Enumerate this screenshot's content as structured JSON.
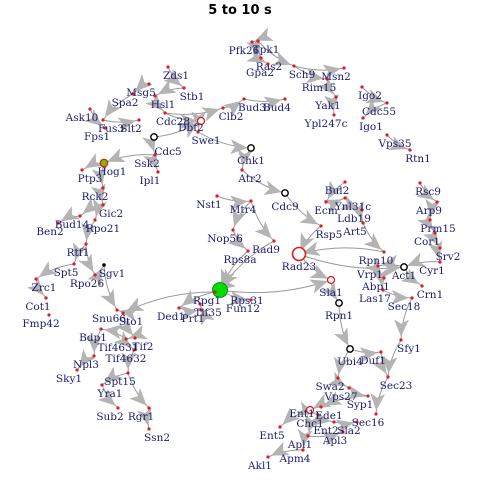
{
  "title": "5 to 10 s",
  "colors": {
    "edge": "#9a9a9a",
    "arrow": "#b4b4b4",
    "label": "#1b1b6e",
    "dot": "#e31a1c",
    "black_dot": "#000000",
    "hub_fill": "#00dd00",
    "open_ring_red": "#e31a1c",
    "open_ring_black": "#000000"
  },
  "nodes": [
    {
      "id": "Pfk26",
      "label": "Pfk26"
    },
    {
      "id": "Tpk1",
      "label": "Tpk1"
    },
    {
      "id": "Ras2",
      "label": "Ras2"
    },
    {
      "id": "Gpa2",
      "label": "Gpa2"
    },
    {
      "id": "Sch9",
      "label": "Sch9"
    },
    {
      "id": "Msn2",
      "label": "Msn2"
    },
    {
      "id": "Rim15",
      "label": "Rim15"
    },
    {
      "id": "Zds1",
      "label": "Zds1"
    },
    {
      "id": "Msg5",
      "label": "Msg5"
    },
    {
      "id": "Stb1",
      "label": "Stb1"
    },
    {
      "id": "Spa2",
      "label": "Spa2"
    },
    {
      "id": "Hsl1",
      "label": "Hsl1"
    },
    {
      "id": "Igo2",
      "label": "Igo2"
    },
    {
      "id": "Cdc55",
      "label": "Cdc55"
    },
    {
      "id": "Yak1",
      "label": "Yak1"
    },
    {
      "id": "Bud3",
      "label": "Bud3"
    },
    {
      "id": "Bud4",
      "label": "Bud4"
    },
    {
      "id": "Ask10",
      "label": "Ask10"
    },
    {
      "id": "Fus3",
      "label": "Fus3"
    },
    {
      "id": "Fps1",
      "label": "Fps1"
    },
    {
      "id": "Slt2",
      "label": "Slt2"
    },
    {
      "id": "Cdc28",
      "label": "Cdc28"
    },
    {
      "id": "Clb2",
      "label": "Clb2"
    },
    {
      "id": "Ypl247c",
      "label": "Ypl247c"
    },
    {
      "id": "Igo1",
      "label": "Igo1"
    },
    {
      "id": "Dbf2",
      "label": "Dbf2"
    },
    {
      "id": "Cdc5",
      "label": "Cdc5"
    },
    {
      "id": "Swe1",
      "label": "Swe1"
    },
    {
      "id": "Vps35",
      "label": "Vps35"
    },
    {
      "id": "Rtn1",
      "label": "Rtn1"
    },
    {
      "id": "Ssk2",
      "label": "Ssk2"
    },
    {
      "id": "Hog1",
      "label": "Hog1"
    },
    {
      "id": "Ptp3",
      "label": "Ptp3"
    },
    {
      "id": "Ipl1",
      "label": "Ipl1"
    },
    {
      "id": "Chk1",
      "label": "Chk1"
    },
    {
      "id": "Atr2",
      "label": "Atr2"
    },
    {
      "id": "Rck2",
      "label": "Rck2"
    },
    {
      "id": "Bul2",
      "label": "Bul2"
    },
    {
      "id": "Rsc9",
      "label": "Rsc9"
    },
    {
      "id": "Cdc9",
      "label": "Cdc9"
    },
    {
      "id": "Ecm",
      "label": "Ecm"
    },
    {
      "id": "Ynl31c",
      "label": "Ynl31c"
    },
    {
      "id": "Arp9",
      "label": "Arp9"
    },
    {
      "id": "Ldb19",
      "label": "Ldb19"
    },
    {
      "id": "Prm15",
      "label": "Prm15"
    },
    {
      "id": "Bud14",
      "label": "Bud14"
    },
    {
      "id": "Gic2",
      "label": "Gic2"
    },
    {
      "id": "Rpo21",
      "label": "Rpo21"
    },
    {
      "id": "Nst1",
      "label": "Nst1"
    },
    {
      "id": "Mtr4",
      "label": "Mtr4"
    },
    {
      "id": "Art5",
      "label": "Art5"
    },
    {
      "id": "Cor1",
      "label": "Cor1"
    },
    {
      "id": "Rsp5",
      "label": "Rsp5"
    },
    {
      "id": "Ben2",
      "label": "Ben2"
    },
    {
      "id": "Rtf1",
      "label": "Rtf1"
    },
    {
      "id": "Nop56",
      "label": "Nop56"
    },
    {
      "id": "Rad9",
      "label": "Rad9"
    },
    {
      "id": "Srv2",
      "label": "Srv2"
    },
    {
      "id": "Rps8a",
      "label": "Rps8a"
    },
    {
      "id": "Rpn10",
      "label": "Rpn10"
    },
    {
      "id": "Rad23",
      "label": "Rad23"
    },
    {
      "id": "Act1",
      "label": "Act1"
    },
    {
      "id": "Cyr1",
      "label": "Cyr1"
    },
    {
      "id": "Spt5",
      "label": "Spt5"
    },
    {
      "id": "Sgv1",
      "label": "Sgv1"
    },
    {
      "id": "Vrp1",
      "label": "Vrp1"
    },
    {
      "id": "Rpo26",
      "label": "Rpo26"
    },
    {
      "id": "Abp1",
      "label": "Abp1"
    },
    {
      "id": "Zrc1",
      "label": "Zrc1"
    },
    {
      "id": "Sla1",
      "label": "Sla1"
    },
    {
      "id": "Crn1",
      "label": "Crn1"
    },
    {
      "id": "Las17",
      "label": "Las17"
    },
    {
      "id": "Cot1",
      "label": "Cot1"
    },
    {
      "id": "Rps31",
      "label": "Rps31"
    },
    {
      "id": "Rpg1",
      "label": "Rpg1"
    },
    {
      "id": "Sec18",
      "label": "Sec18"
    },
    {
      "id": "Fun12",
      "label": "Fun12"
    },
    {
      "id": "Fmp42",
      "label": "Fmp42"
    },
    {
      "id": "Tif35",
      "label": "Tif35"
    },
    {
      "id": "Ded1",
      "label": "Ded1"
    },
    {
      "id": "Prt1",
      "label": "Prt1"
    },
    {
      "id": "Rpn1",
      "label": "Rpn1"
    },
    {
      "id": "Snu66",
      "label": "Snu66"
    },
    {
      "id": "Sto1",
      "label": "Sto1"
    },
    {
      "id": "Bdp1",
      "label": "Bdp1"
    },
    {
      "id": "Tif4631",
      "label": "Tif4631"
    },
    {
      "id": "Tif2",
      "label": "Tif2"
    },
    {
      "id": "Sfy1",
      "label": "Sfy1"
    },
    {
      "id": "Npl3",
      "label": "Npl3"
    },
    {
      "id": "Tif4632",
      "label": "Tif4632"
    },
    {
      "id": "Ubi4",
      "label": "Ubi4"
    },
    {
      "id": "Duf1",
      "label": "Duf1"
    },
    {
      "id": "Sky1",
      "label": "Sky1"
    },
    {
      "id": "Spt15",
      "label": "Spt15"
    },
    {
      "id": "Sec23",
      "label": "Sec23"
    },
    {
      "id": "Yra1",
      "label": "Yra1"
    },
    {
      "id": "Swa2",
      "label": "Swa2"
    },
    {
      "id": "Vps27",
      "label": "Vps27"
    },
    {
      "id": "Syp1",
      "label": "Syp1"
    },
    {
      "id": "Sub2",
      "label": "Sub2"
    },
    {
      "id": "Rgr1",
      "label": "Rgr1"
    },
    {
      "id": "Ent1",
      "label": "Ent1"
    },
    {
      "id": "Ede1",
      "label": "Ede1"
    },
    {
      "id": "Sec16",
      "label": "Sec16"
    },
    {
      "id": "Chc1",
      "label": "Chc1"
    },
    {
      "id": "Ent2",
      "label": "Ent2"
    },
    {
      "id": "Sla2",
      "label": "Sla2"
    },
    {
      "id": "Ssn2",
      "label": "Ssn2"
    },
    {
      "id": "Ent5",
      "label": "Ent5"
    },
    {
      "id": "Apl1",
      "label": "Apl1"
    },
    {
      "id": "Apl3",
      "label": "Apl3"
    },
    {
      "id": "Apm4",
      "label": "Apm4"
    },
    {
      "id": "Akl1",
      "label": "Akl1"
    }
  ]
}
